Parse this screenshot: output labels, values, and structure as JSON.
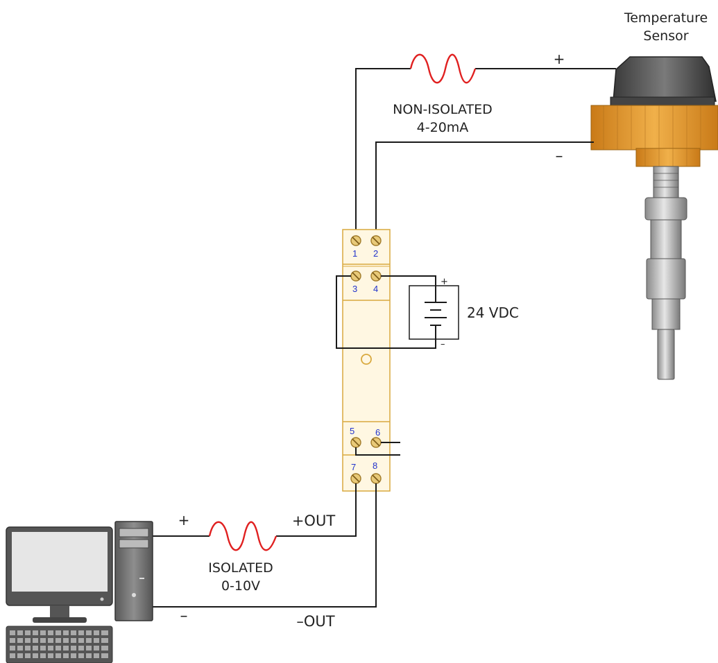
{
  "sensor": {
    "title_line1": "Temperature",
    "title_line2": "Sensor"
  },
  "input_signal": {
    "plus": "+",
    "minus": "–",
    "label_line1": "NON-ISOLATED",
    "label_line2": "4-20mA"
  },
  "power": {
    "label": "24 VDC",
    "plus": "+",
    "minus": "–"
  },
  "terminals": [
    "1",
    "2",
    "3",
    "4",
    "5",
    "6",
    "7",
    "8"
  ],
  "output_signal": {
    "plus": "+",
    "minus": "–",
    "out_plus": "+OUT",
    "out_minus": "–OUT",
    "label_line1": "ISOLATED",
    "label_line2": "0-10V"
  },
  "colors": {
    "module_fill": "#fff7e2",
    "module_stroke": "#d9a93e",
    "screw": "#e8c978",
    "sensor_body": "#e09a2d",
    "wave": "#e02020",
    "wire": "#1a1a1a"
  }
}
